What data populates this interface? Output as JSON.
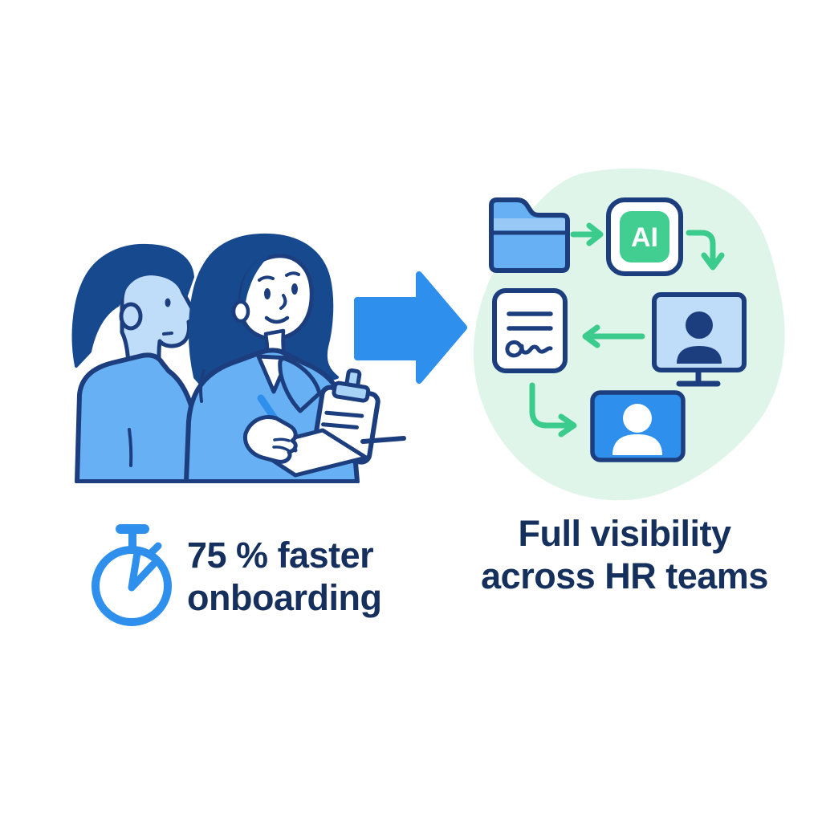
{
  "captions": {
    "left": {
      "line1": "75 % faster",
      "line2": "onboarding"
    },
    "right": {
      "line1": "Full visibility",
      "line2": "across HR teams"
    }
  },
  "workflow": {
    "ai_label": "AI",
    "icons": [
      "folder-icon",
      "ai-badge-icon",
      "monitor-user-icon",
      "signed-document-icon",
      "video-card-user-icon"
    ],
    "flow": [
      "folder-to-ai",
      "ai-to-monitor",
      "monitor-to-document",
      "document-to-video-card"
    ]
  },
  "left_scene": {
    "icons": [
      "stopwatch-icon"
    ],
    "illustration": "two-people-onboarding-clipboard"
  },
  "connector": "big-right-arrow",
  "colors": {
    "accent_blue": "#2E8FEC",
    "mid_blue": "#66B0F3",
    "light_blue": "#BFDDF8",
    "pale_blue": "#A8D2F6",
    "navy": "#1C3E7E",
    "text_navy": "#16305E",
    "hair_navy": "#17498F",
    "green": "#3BCB8C",
    "green_badge": "#42CE90",
    "mint": "#DFF5E9",
    "white": "#FFFFFF"
  }
}
